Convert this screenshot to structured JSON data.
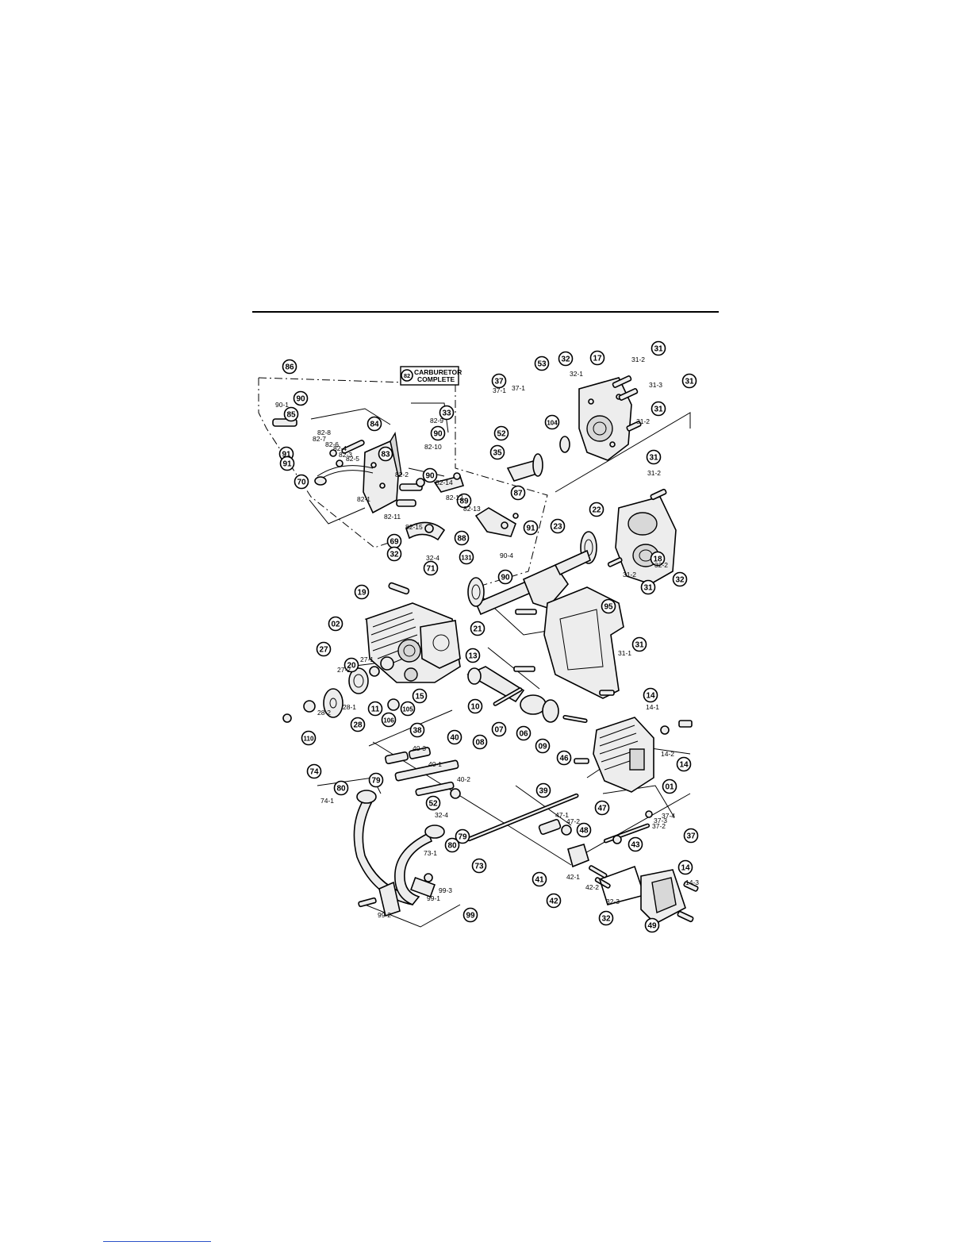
{
  "header_box_label_line1": "CARBURETOR",
  "header_box_label_line2": "COMPLETE",
  "header_box_callout": "82",
  "callouts": [
    "86",
    "90",
    "85",
    "91",
    "91",
    "83",
    "84",
    "33",
    "90",
    "70",
    "82",
    "90",
    "87",
    "89",
    "91",
    "88",
    "131",
    "90",
    "71",
    "69",
    "32",
    "37",
    "53",
    "32",
    "17",
    "31",
    "31",
    "52",
    "104",
    "35",
    "31",
    "31",
    "22",
    "23",
    "18",
    "32",
    "31",
    "19",
    "02",
    "21",
    "95",
    "31",
    "20",
    "27",
    "13",
    "15",
    "10",
    "105",
    "106",
    "11",
    "28",
    "110",
    "06",
    "07",
    "08",
    "09",
    "46",
    "14",
    "14",
    "01",
    "38",
    "40",
    "74",
    "79",
    "80",
    "52",
    "79",
    "80",
    "73",
    "39",
    "47",
    "48",
    "41",
    "37",
    "43",
    "42",
    "32",
    "14",
    "49",
    "99"
  ],
  "sub_labels": [
    "90-1",
    "82-8",
    "82-7",
    "82-6",
    "82-4",
    "82-3",
    "82-5",
    "82-9",
    "82-10",
    "82-2",
    "82-14",
    "82-12",
    "82-1",
    "82-11",
    "82-15",
    "82-13",
    "90-4",
    "32-4",
    "37-1",
    "37-1",
    "32-1",
    "31-2",
    "31-3",
    "31-2",
    "31-2",
    "32-2",
    "31-2",
    "31-1",
    "27-1",
    "27-2",
    "28-1",
    "28-2",
    "14-1",
    "14-2",
    "40-3",
    "40-1",
    "40-2",
    "74-1",
    "32-4",
    "73-1",
    "47-1",
    "47-2",
    "37-4",
    "37-3",
    "37-2",
    "42-1",
    "42-2",
    "32-3",
    "14-3",
    "99-3",
    "99-1",
    "99-2"
  ]
}
